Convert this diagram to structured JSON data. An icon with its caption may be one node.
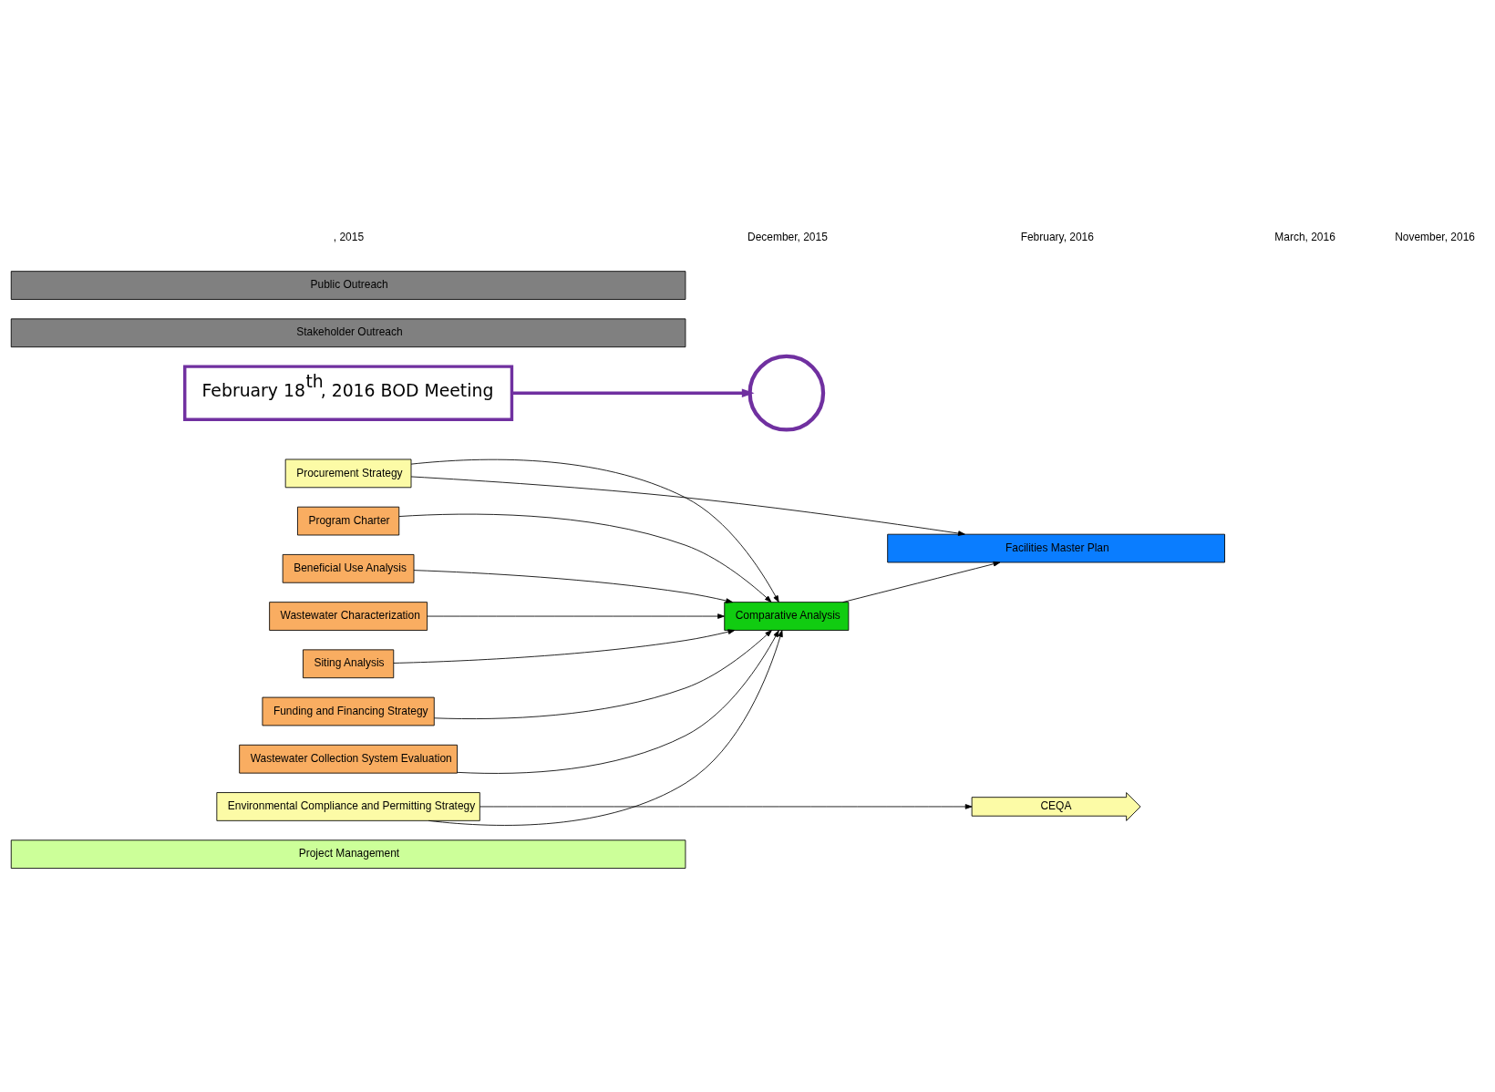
{
  "diagram": {
    "nodes": [
      {
        "text": [
          "Project Management"
        ]
      },
      {
        "text": [
          "Program Charter"
        ]
      },
      {
        "text": [
          "Beneficial Use Analysis"
        ]
      },
      {
        "text": [
          "Wastewater Characterization"
        ]
      },
      {
        "text": [
          "Siting Analysis"
        ]
      },
      {
        "text": [
          "Funding and Financing Strategy"
        ]
      },
      {
        "text": [
          "Wastewater Collection System Evaluation"
        ]
      },
      {
        "text": [],
        "shape": "circle"
      },
      {
        "text": [
          "Comparative Analysis"
        ]
      },
      {
        "text": [
          "Facilities Master Plan"
        ]
      },
      {
        "text": [
          "Procurement Strategy"
        ]
      },
      {
        "text": [
          "Environmental Compliance and Permitting Strategy"
        ]
      },
      {
        "text": [
          "CEQA"
        ]
      },
      {
        "text": [
          "Stakeholder Outreach"
        ]
      },
      {
        "text": [
          "Public Outreach"
        ]
      },
      {
        "text": [
          "February 18$^{th}$, 2016 BOD Meeting"
        ]
      }
    ],
    "edges": [
      {
        "from": 1,
        "to": 8,
        "arrow": "to"
      },
      {
        "from": 2,
        "to": 8,
        "arrow": "to"
      },
      {
        "from": 3,
        "to": 8,
        "arrow": "to"
      },
      {
        "from": 4,
        "to": 8,
        "arrow": "to"
      },
      {
        "from": 5,
        "to": 8,
        "arrow": "to"
      },
      {
        "from": 6,
        "to": 8,
        "arrow": "to"
      },
      {
        "from": 8,
        "to": 9,
        "arrow": "to"
      },
      {
        "from": 10,
        "to": 8,
        "arrow": "to"
      },
      {
        "from": 10,
        "to": 9,
        "arrow": "to"
      },
      {
        "from": 11,
        "to": 8,
        "arrow": "to"
      },
      {
        "from": 11,
        "to": 12,
        "arrow": "to"
      },
      {
        "from": 15,
        "to": 7,
        "arrow": "to",
        "style": "thick",
        "color": "#7030a0"
      }
    ],
    "labels": [
      ", 2015",
      "December, 2015",
      "February, 2016",
      "March, 2016",
      "November, 2016"
    ]
  }
}
